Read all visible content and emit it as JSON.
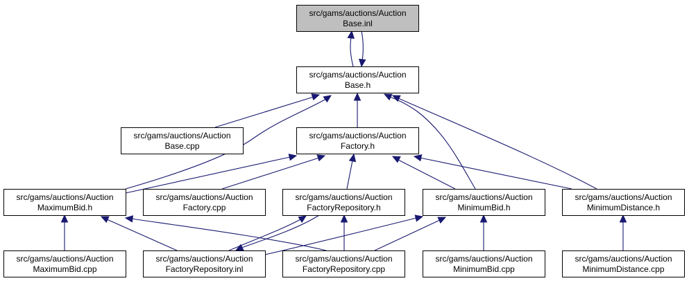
{
  "colors": {
    "edge": "#191970",
    "node_border": "#000000",
    "node_fill": "#ffffff",
    "focus_fill": "#bfbfbf"
  },
  "nodes": [
    {
      "id": "auctionbase_inl",
      "line1": "src/gams/auctions/Auction",
      "line2": "Base.inl",
      "focus": true
    },
    {
      "id": "auctionbase_h",
      "line1": "src/gams/auctions/Auction",
      "line2": "Base.h"
    },
    {
      "id": "auctionbase_cpp",
      "line1": "src/gams/auctions/Auction",
      "line2": "Base.cpp"
    },
    {
      "id": "auctionfactory_h",
      "line1": "src/gams/auctions/Auction",
      "line2": "Factory.h"
    },
    {
      "id": "maximumbid_h",
      "line1": "src/gams/auctions/Auction",
      "line2": "MaximumBid.h"
    },
    {
      "id": "auctionfactory_cpp",
      "line1": "src/gams/auctions/Auction",
      "line2": "Factory.cpp"
    },
    {
      "id": "factoryrepository_h",
      "line1": "src/gams/auctions/Auction",
      "line2": "FactoryRepository.h"
    },
    {
      "id": "minimumbid_h",
      "line1": "src/gams/auctions/Auction",
      "line2": "MinimumBid.h"
    },
    {
      "id": "minimumdistance_h",
      "line1": "src/gams/auctions/Auction",
      "line2": "MinimumDistance.h"
    },
    {
      "id": "maximumbid_cpp",
      "line1": "src/gams/auctions/Auction",
      "line2": "MaximumBid.cpp"
    },
    {
      "id": "factoryrepository_inl",
      "line1": "src/gams/auctions/Auction",
      "line2": "FactoryRepository.inl"
    },
    {
      "id": "factoryrepository_cpp",
      "line1": "src/gams/auctions/Auction",
      "line2": "FactoryRepository.cpp"
    },
    {
      "id": "minimumbid_cpp",
      "line1": "src/gams/auctions/Auction",
      "line2": "MinimumBid.cpp"
    },
    {
      "id": "minimumdistance_cpp",
      "line1": "src/gams/auctions/Auction",
      "line2": "MinimumDistance.cpp"
    }
  ],
  "edges": [
    {
      "from": "auctionbase_h",
      "to": "auctionbase_inl"
    },
    {
      "from": "auctionbase_inl",
      "to": "auctionbase_h"
    },
    {
      "from": "auctionbase_cpp",
      "to": "auctionbase_h"
    },
    {
      "from": "auctionfactory_h",
      "to": "auctionbase_h"
    },
    {
      "from": "maximumbid_h",
      "to": "auctionbase_h"
    },
    {
      "from": "minimumbid_h",
      "to": "auctionbase_h"
    },
    {
      "from": "minimumdistance_h",
      "to": "auctionbase_h"
    },
    {
      "from": "maximumbid_h",
      "to": "auctionfactory_h"
    },
    {
      "from": "auctionfactory_cpp",
      "to": "auctionfactory_h"
    },
    {
      "from": "factoryrepository_h",
      "to": "auctionfactory_h"
    },
    {
      "from": "minimumbid_h",
      "to": "auctionfactory_h"
    },
    {
      "from": "minimumdistance_h",
      "to": "auctionfactory_h"
    },
    {
      "from": "maximumbid_cpp",
      "to": "maximumbid_h"
    },
    {
      "from": "factoryrepository_inl",
      "to": "maximumbid_h"
    },
    {
      "from": "factoryrepository_cpp",
      "to": "maximumbid_h"
    },
    {
      "from": "factoryrepository_inl",
      "to": "factoryrepository_h"
    },
    {
      "from": "factoryrepository_h",
      "to": "factoryrepository_inl"
    },
    {
      "from": "factoryrepository_cpp",
      "to": "factoryrepository_h"
    },
    {
      "from": "factoryrepository_inl",
      "to": "minimumbid_h"
    },
    {
      "from": "factoryrepository_cpp",
      "to": "minimumbid_h"
    },
    {
      "from": "minimumbid_cpp",
      "to": "minimumbid_h"
    },
    {
      "from": "minimumdistance_cpp",
      "to": "minimumdistance_h"
    }
  ]
}
